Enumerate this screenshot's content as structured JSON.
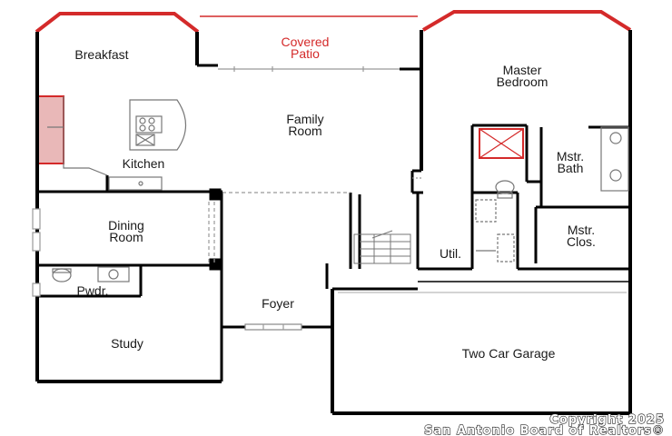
{
  "rooms": {
    "breakfast": "Breakfast",
    "covered_patio_line1": "Covered",
    "covered_patio_line2": "Patio",
    "master_bedroom_line1": "Master",
    "master_bedroom_line2": "Bedroom",
    "family_room_line1": "Family",
    "family_room_line2": "Room",
    "kitchen": "Kitchen",
    "mstr_bath_line1": "Mstr.",
    "mstr_bath_line2": "Bath",
    "dining_room_line1": "Dining",
    "dining_room_line2": "Room",
    "mstr_clos_line1": "Mstr.",
    "mstr_clos_line2": "Clos.",
    "util": "Util.",
    "pwdr": "Pwdr.",
    "foyer": "Foyer",
    "study": "Study",
    "two_car_garage": "Two Car Garage"
  },
  "copyright": {
    "line1": "Copyright 2025",
    "line2": "San Antonio Board of Realtors®"
  },
  "colors": {
    "wall": "#000000",
    "accent": "#d42a2a",
    "fixture": "#777777",
    "background": "#ffffff"
  }
}
